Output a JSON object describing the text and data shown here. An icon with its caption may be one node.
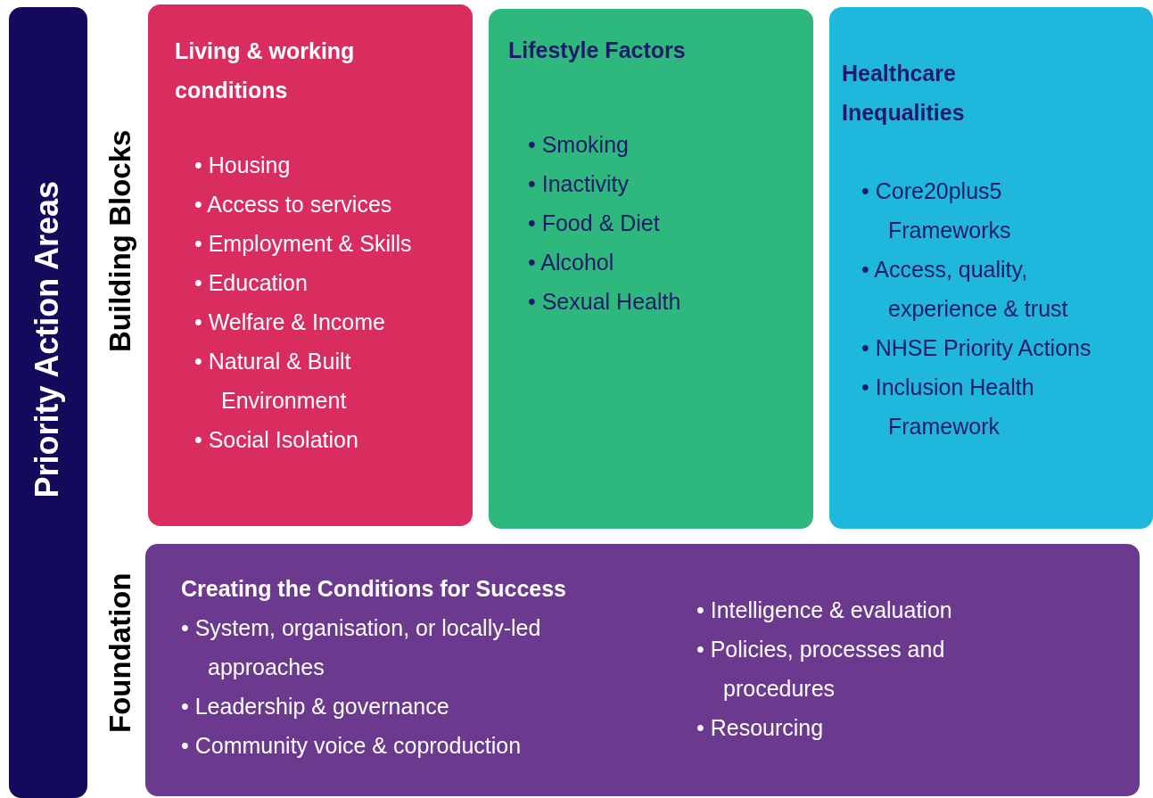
{
  "diagram": {
    "nodes": [
      {
        "text": [
          "Priority Action Areas"
        ]
      },
      {
        "text": [
          "Living & working conditions",
          "• Housing",
          "• Access to services",
          "• Employment & Skills",
          "• Education",
          "• Welfare & Income",
          "• Natural & Built Environment",
          "• Social Isolation"
        ]
      },
      {
        "text": [
          "Lifestyle Factors",
          "• Smoking",
          "• Inactivity",
          "• Food & Diet",
          "• Alcohol",
          "• Sexual Health"
        ]
      },
      {
        "text": [
          "Healthcare Inequalities",
          "• Core20plus5 Frameworks",
          "• Access, quality, experience & trust",
          "• NHSE Priority Actions",
          "• Inclusion Health Framework"
        ]
      },
      {
        "text": [
          "Creating the Conditions for Success",
          "• System, organisation, or locally-led approaches",
          "• Leadership & governance",
          "• Community voice & coproduction",
          "• Intelligence & evaluation",
          "• Policies, processes and procedures",
          "• Resourcing"
        ]
      }
    ],
    "edges": [],
    "labels": [
      "Building Blocks",
      "Foundation"
    ]
  }
}
